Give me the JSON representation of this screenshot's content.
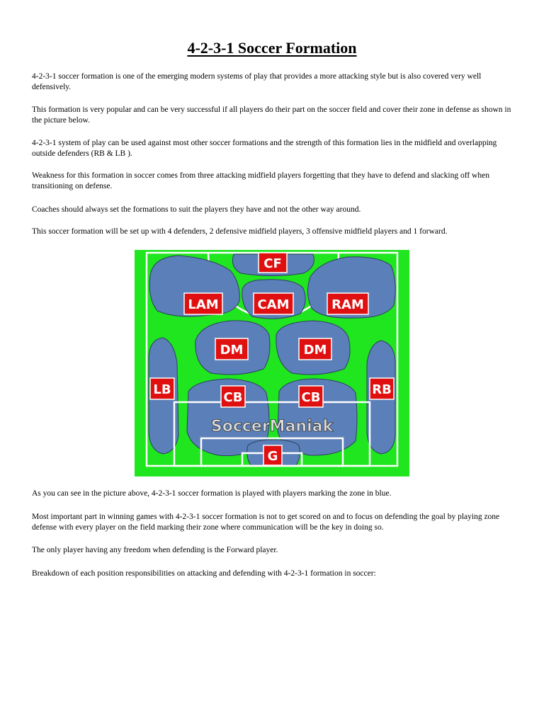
{
  "document": {
    "title": "4-2-3-1 Soccer Formation",
    "paragraphs_top": [
      "4-2-3-1 soccer formation is one of the emerging modern systems of play that provides a more attacking style but is also covered very well defensively.",
      "This formation is very popular and can be very successful if all players do their part on the soccer field and cover their zone in defense as shown in the picture below.",
      "4-2-3-1 system of play can be used against most other soccer formations and the strength of this formation lies in the midfield and overlapping outside defenders (RB & LB ).",
      "Weakness for this formation in soccer comes from three attacking midfield players forgetting that they have to defend and slacking off when transitioning on defense.",
      "Coaches should always set the formations to suit the players they have and not the other way around.",
      "This soccer formation will be set up with 4 defenders, 2 defensive midfield players, 3 offensive midfield players and 1 forward."
    ],
    "paragraphs_bottom": [
      "As you can see in the picture above, 4-2-3-1 soccer formation is played with players marking the zone in blue.",
      "Most important part in winning games with 4-2-3-1 soccer formation is not to get scored on and to focus on defending the goal by playing zone defense with every player on the field marking their zone where communication will be the key in doing so.",
      "The only player having any freedom when defending is the Forward player.",
      "Breakdown of each position responsibilities on attacking and defending with 4-2-3-1 formation in soccer:"
    ]
  },
  "diagram": {
    "colors": {
      "pitch": "#1fe61f",
      "zone": "#5b7fb8",
      "zone_outline": "#2d3f5c",
      "label_bg": "#e01010",
      "lines": "#ffffff"
    },
    "positions": {
      "cf": "CF",
      "lam": "LAM",
      "cam": "CAM",
      "ram": "RAM",
      "dm_left": "DM",
      "dm_right": "DM",
      "lb": "LB",
      "cb_left": "CB",
      "cb_right": "CB",
      "rb": "RB",
      "gk": "G"
    },
    "watermark": "SoccerManiak"
  }
}
